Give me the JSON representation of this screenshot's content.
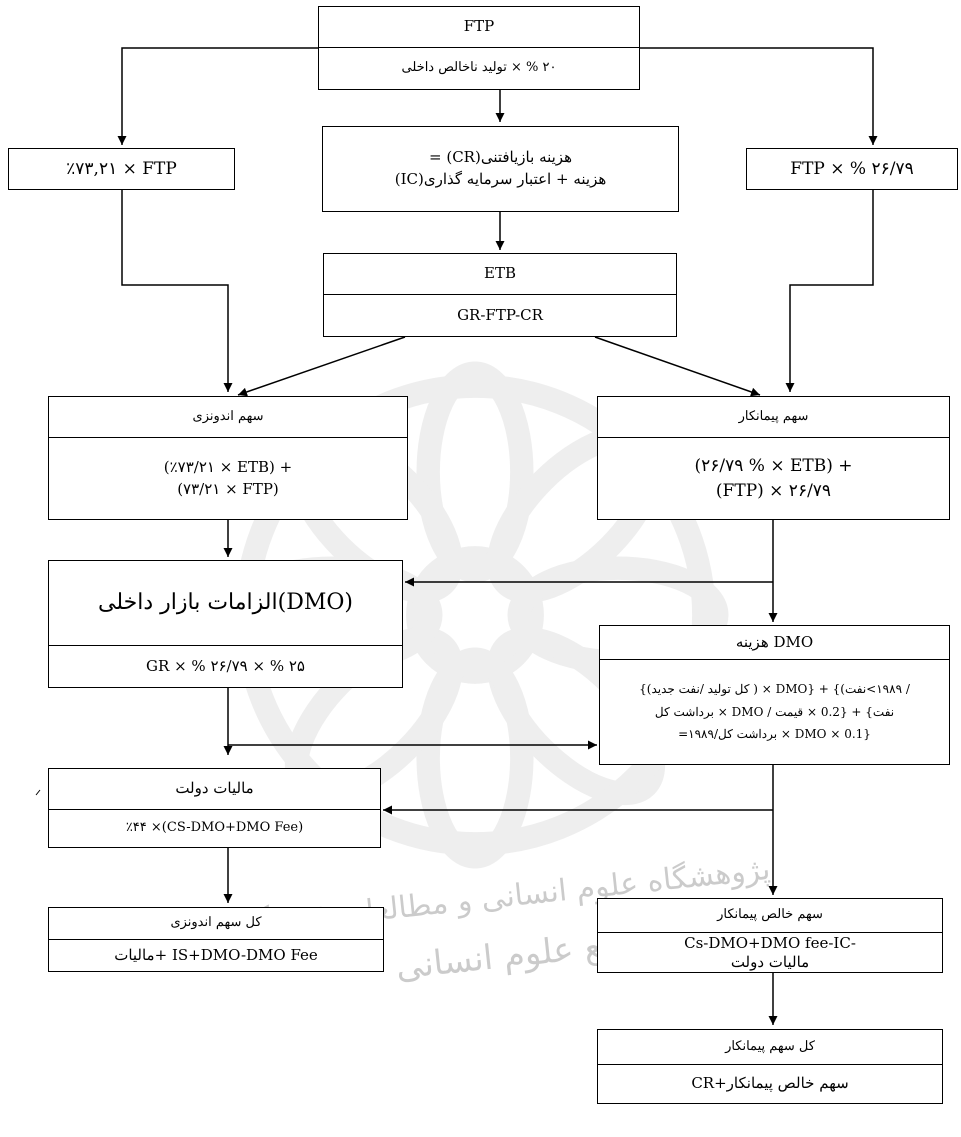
{
  "ftp": {
    "title": "FTP",
    "formula": "۲۰ % × تولید ناخالص داخلی"
  },
  "cr": {
    "line1": "هزینه بازیافتنی(CR) =",
    "line2": "هزینه + اعتبار سرمایه گذاری(IC)"
  },
  "left_ftp": {
    "text": "٪۷۳,۲۱ × FTP"
  },
  "right_ftp": {
    "text": "۲۶/۷۹ % × FTP"
  },
  "etb": {
    "title": "ETB",
    "formula": "GR-FTP-CR"
  },
  "indonesia_share": {
    "title": "سهم اندونزی",
    "line1": "(٪۷۳/۲۱ × ETB) +",
    "line2": "(۷۳/۲۱ × FTP)"
  },
  "contractor_share": {
    "title": "سهم پیمانکار",
    "line1": "(۲۶/۷۹ % × ETB) +",
    "line2": "(FTP) × ۲۶/۷۹"
  },
  "dmo": {
    "title": "(DMO)الزامات بازار داخلی",
    "formula": "۲۵ % × ۲۶/۷۹ % × GR"
  },
  "dmo_cost": {
    "title": "DMO هزینه",
    "line1": "/ ۱۹۸۹>نفت)} + {DMO × ( کل تولید /نفت جدید)}",
    "line2": "نفت} + {0.2 × قیمت / DMO × برداشت کل",
    "line3": "{DMO × 0.1 × برداشت کل/۱۹۸۹="
  },
  "gov_tax": {
    "title": "مالیات دولت",
    "formula": "٪۴۴ ×(CS-DMO+DMO Fee)"
  },
  "contractor_net": {
    "title": "سهم خالص پیمانکار",
    "line1": "Cs-DMO+DMO fee-IC-",
    "line2": "مالیات دولت"
  },
  "indonesia_total": {
    "title": "کل سهم اندونزی",
    "formula": "IS+DMO-DMO Fee +مالیات"
  },
  "contractor_total": {
    "title": "کل سهم پیمانکار",
    "formula": "سهم خالص پیمانکار+CR"
  },
  "watermark": {
    "line1": "پژوهشگاه علوم انسانی و مطالعات فرهنگی",
    "line2": "پرتال جامع علوم انسانی"
  },
  "colors": {
    "line": "#000000",
    "watermark": "#9a9a9a"
  }
}
